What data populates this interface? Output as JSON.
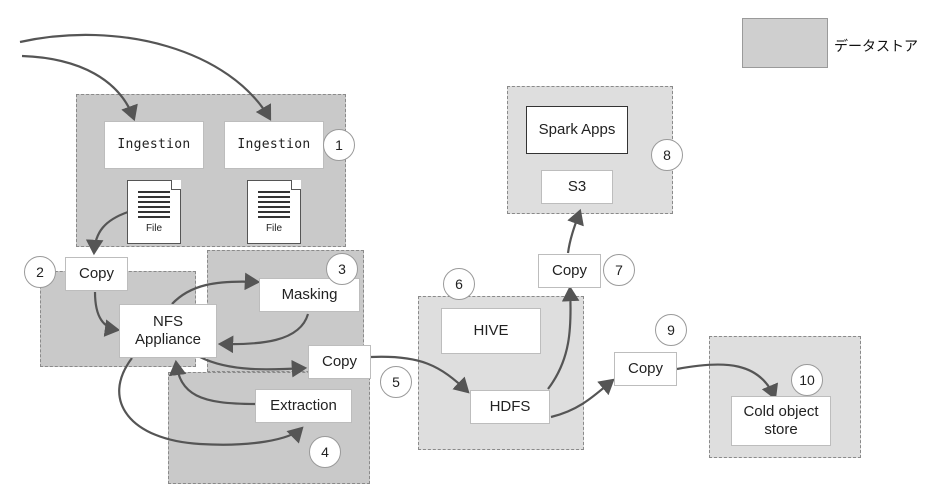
{
  "legend": {
    "label": "データストア",
    "color": "#cfcfcf"
  },
  "nodes": {
    "ingestion_1": "Ingestion",
    "ingestion_2": "Ingestion",
    "file_1": "File",
    "file_2": "File",
    "copy_2": "Copy",
    "nfs_appliance_line1": "NFS",
    "nfs_appliance_line2": "Appliance",
    "masking": "Masking",
    "extraction": "Extraction",
    "copy_5": "Copy",
    "hive": "HIVE",
    "hdfs": "HDFS",
    "copy_7": "Copy",
    "spark_apps": "Spark Apps",
    "s3": "S3",
    "copy_9": "Copy",
    "cold_store_line1": "Cold object",
    "cold_store_line2": "store"
  },
  "steps": [
    "1",
    "2",
    "3",
    "4",
    "5",
    "6",
    "7",
    "8",
    "9",
    "10"
  ],
  "colors": {
    "store_dark": "#c9c9c9",
    "store_light": "#dedede",
    "arrow": "#555555"
  }
}
